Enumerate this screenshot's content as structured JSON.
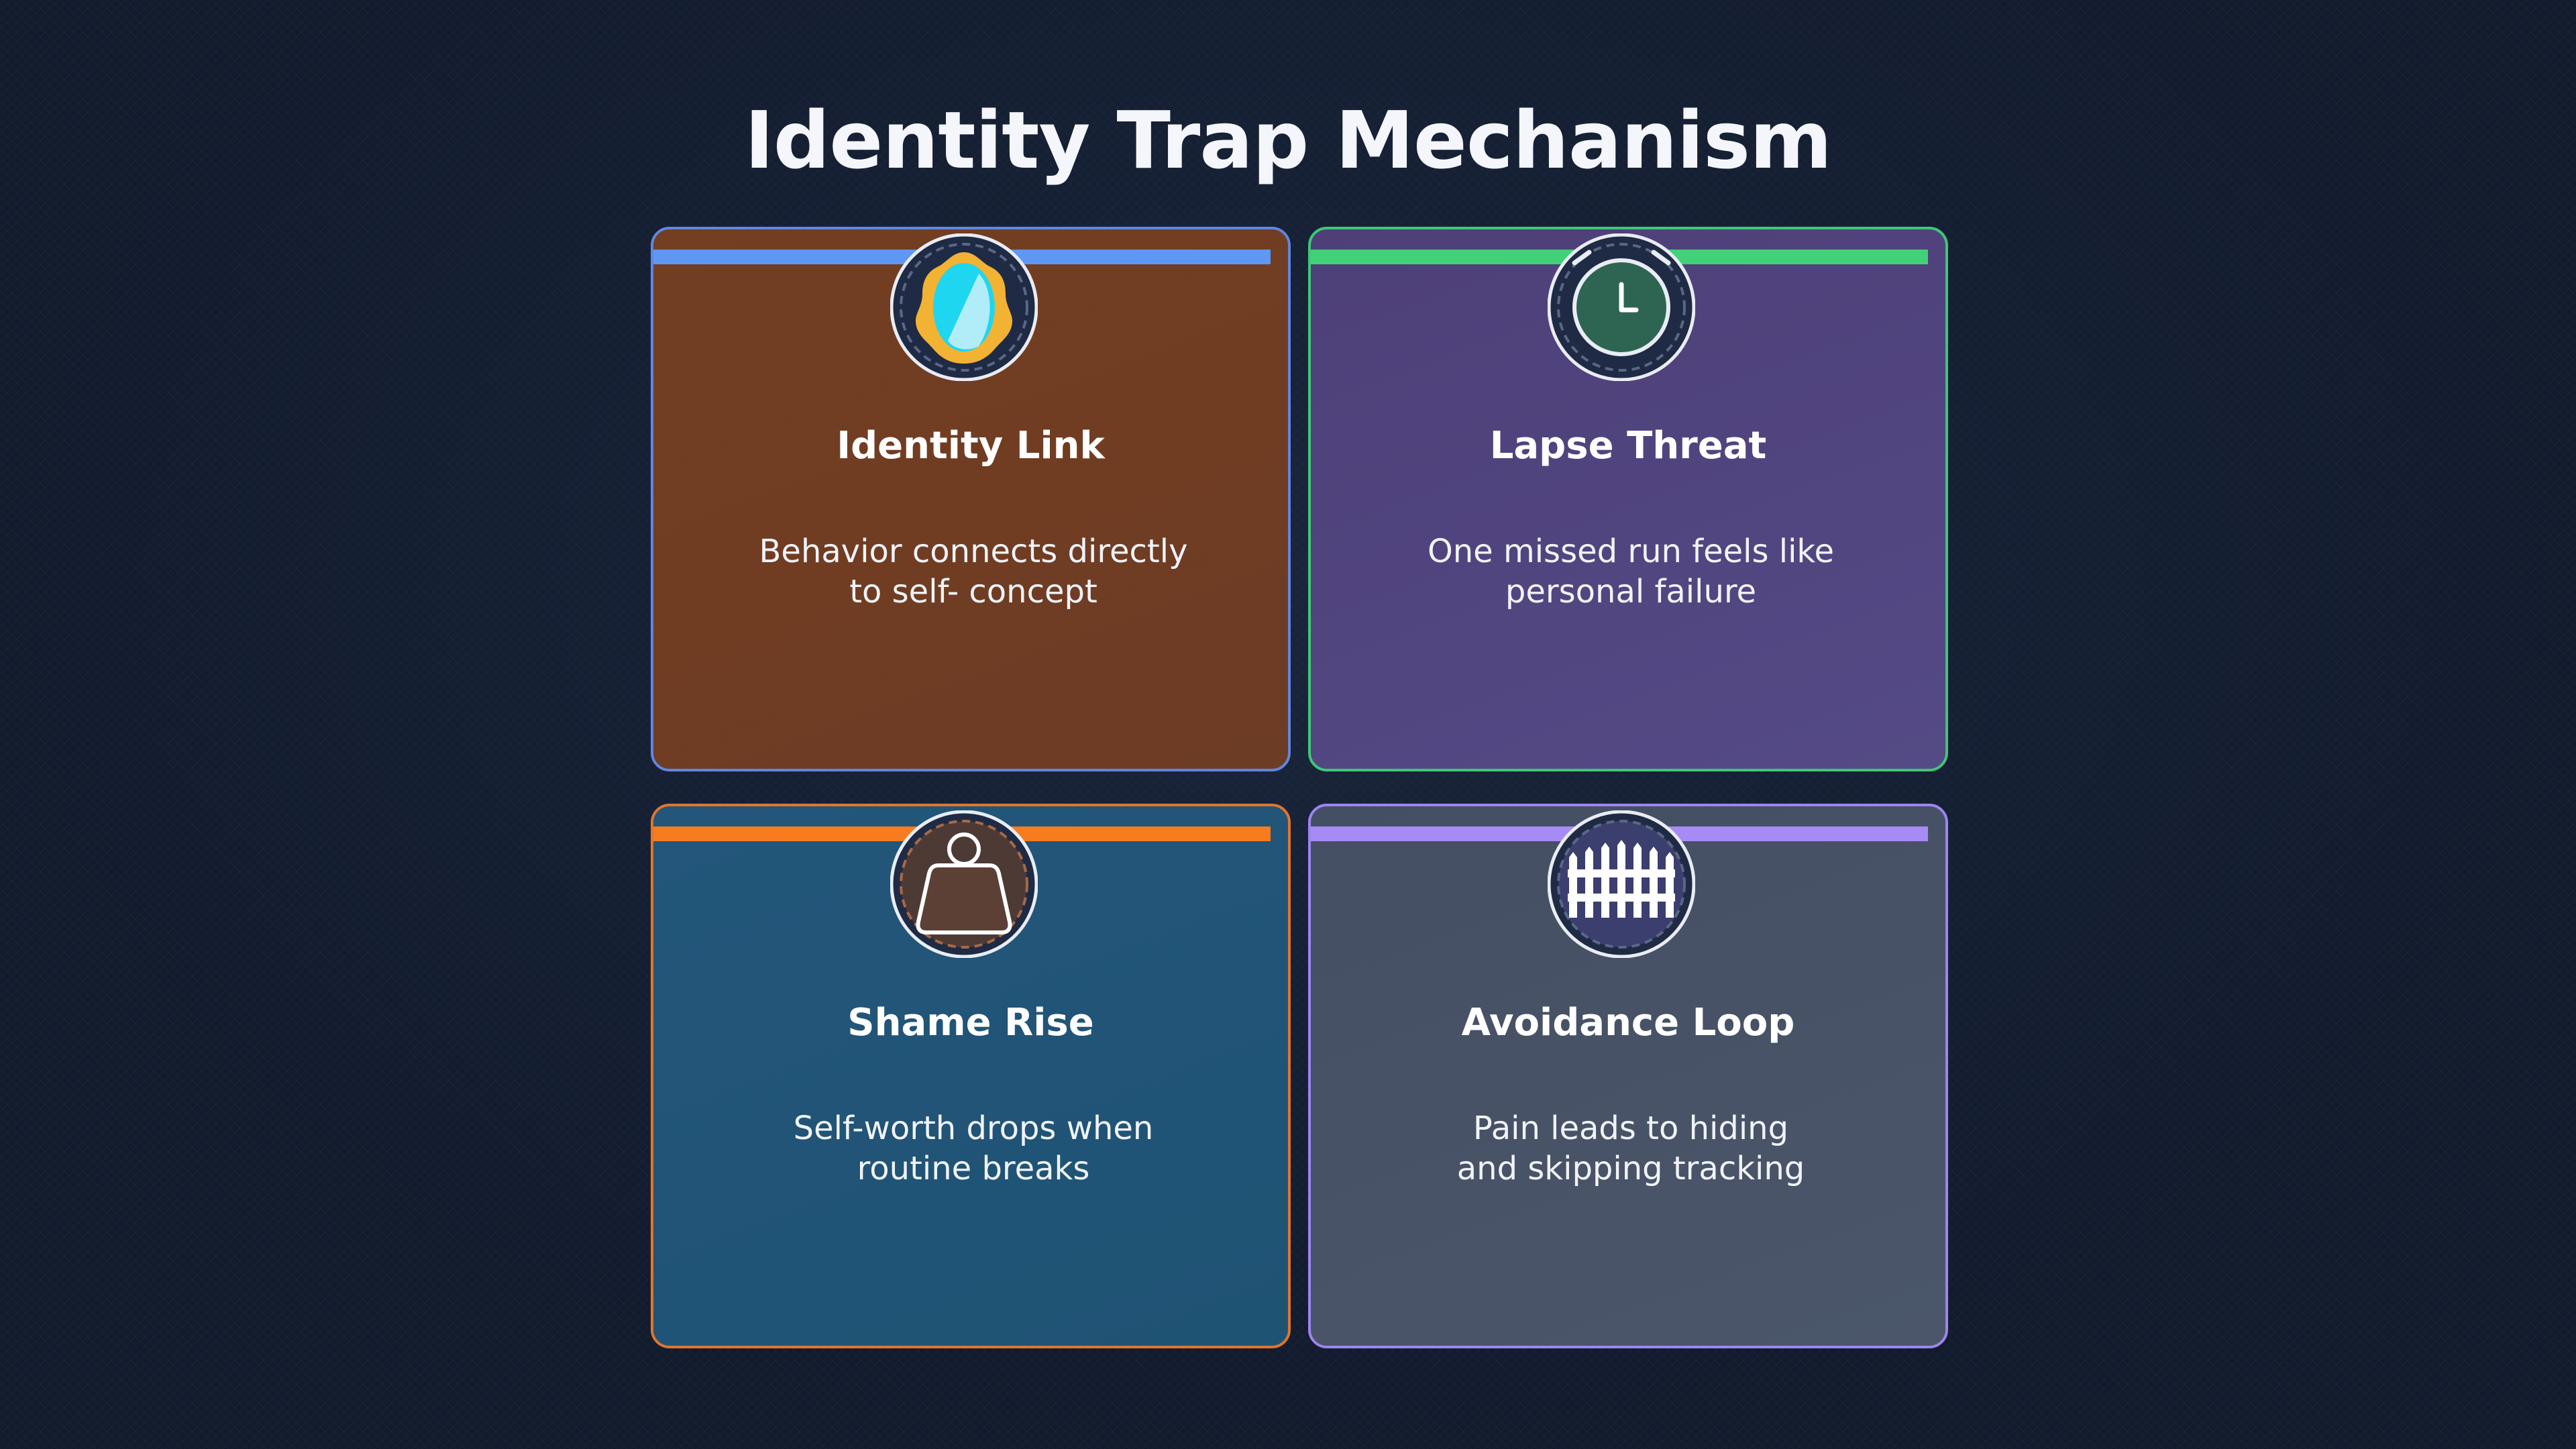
{
  "title": "Identity Trap Mechanism",
  "colors": {
    "background": "#121b2d",
    "card_1_band": "#5f97f5",
    "card_2_band": "#42d178",
    "card_3_band": "#f77b1f",
    "card_4_band": "#a78bf5"
  },
  "cards": [
    {
      "icon": "mirror-icon",
      "title": "Identity Link",
      "desc_lines": [
        "Behavior connects directly",
        "to self- concept"
      ]
    },
    {
      "icon": "clock-icon",
      "title": "Lapse Threat",
      "desc_lines": [
        "One missed run feels like",
        "personal failure"
      ]
    },
    {
      "icon": "weight-icon",
      "title": "Shame Rise",
      "desc_lines": [
        "Self-worth drops when",
        "routine breaks"
      ]
    },
    {
      "icon": "fence-icon",
      "title": "Avoidance Loop",
      "desc_lines": [
        "Pain leads to hiding",
        "and skipping tracking"
      ]
    }
  ]
}
